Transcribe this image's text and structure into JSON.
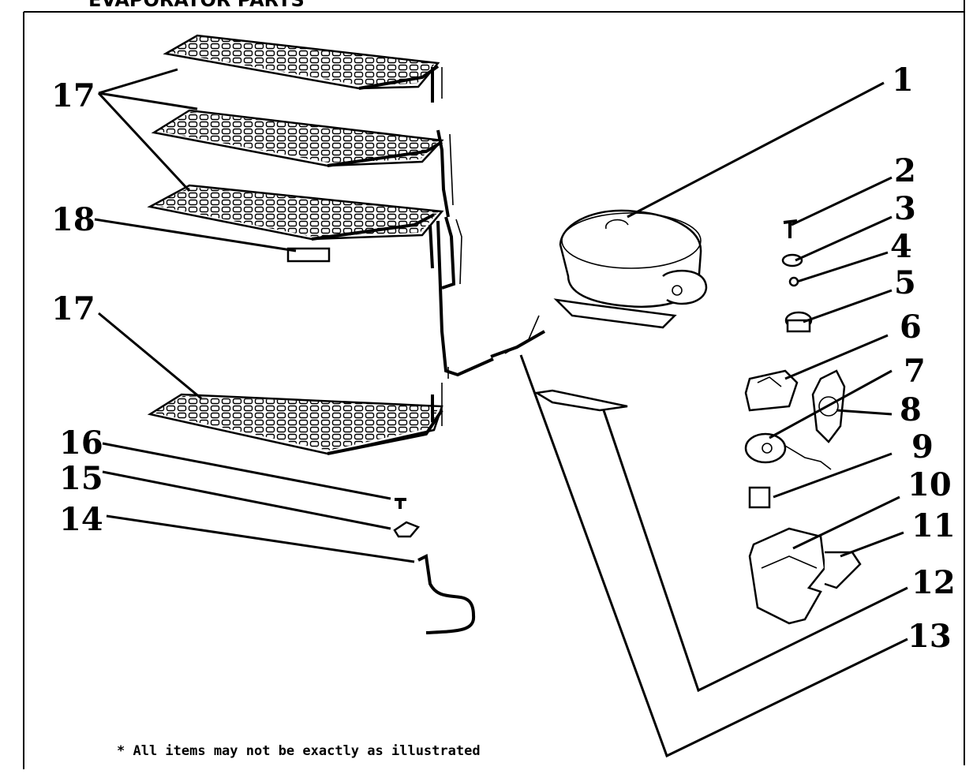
{
  "header": {
    "title": "EVAPORATOR PARTS"
  },
  "callouts": [
    "1",
    "2",
    "3",
    "4",
    "5",
    "6",
    "7",
    "8",
    "9",
    "10",
    "11",
    "12",
    "13",
    "14",
    "15",
    "16",
    "17",
    "17",
    "18"
  ],
  "footnote": "* All items may not be exactly as illustrated"
}
